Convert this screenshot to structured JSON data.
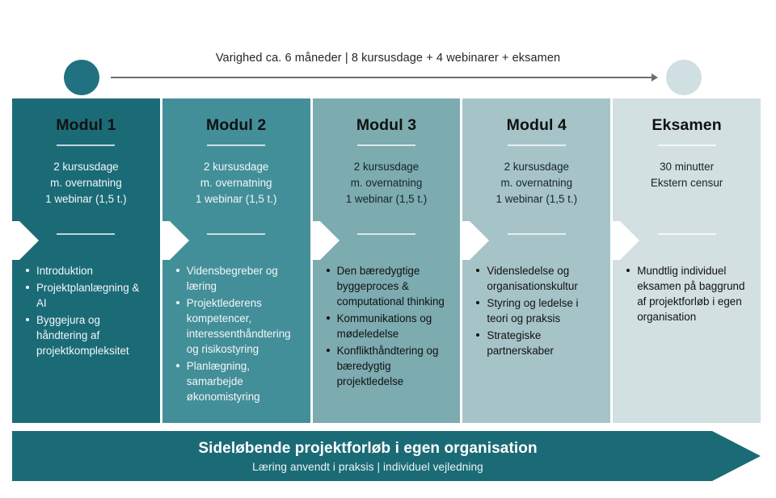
{
  "timeline": {
    "caption": "Varighed ca. 6 måneder | 8 kursusdage + 4 webinarer + eksamen",
    "start_dot_color": "#217180",
    "end_dot_color": "#cfdfe2",
    "line_color": "#6e6e6e"
  },
  "columns": [
    {
      "title": "Modul 1",
      "bg": "#1b6b77",
      "text_mode": "light",
      "meta": [
        "2 kursusdage",
        "m. overnatning",
        "1 webinar (1,5 t.)"
      ],
      "items": [
        "Introduktion",
        "Projektplanlægning & AI",
        "Byggejura og håndtering af projektkompleksitet"
      ]
    },
    {
      "title": "Modul 2",
      "bg": "#438f99",
      "text_mode": "light",
      "meta": [
        "2 kursusdage",
        "m. overnatning",
        "1 webinar (1,5 t.)"
      ],
      "items": [
        "Vidensbegreber og læring",
        "Projektlederens kompetencer, interessenthåndtering og risikostyring",
        "Planlægning, samarbejde økonomistyring"
      ]
    },
    {
      "title": "Modul 3",
      "bg": "#7cabb0",
      "text_mode": "dark",
      "meta": [
        "2 kursusdage",
        "m. overnatning",
        "1 webinar (1,5 t.)"
      ],
      "items": [
        "Den bæredygtige byggeproces & computational thinking",
        "Kommunikations og mødeledelse",
        "Konflikthåndtering og bæredygtig projektledelse"
      ]
    },
    {
      "title": "Modul 4",
      "bg": "#a6c4c8",
      "text_mode": "dark",
      "meta": [
        "2 kursusdage",
        "m. overnatning",
        "1 webinar (1,5 t.)"
      ],
      "items": [
        "Vidensledelse og organisationskultur",
        "Styring og ledelse i teori og praksis",
        "Strategiske partnerskaber"
      ]
    },
    {
      "title": "Eksamen",
      "bg": "#d2e0e2",
      "text_mode": "dark",
      "meta": [
        "30 minutter",
        "Ekstern censur"
      ],
      "items": [
        "Mundtlig individuel eksamen på baggrund af  projektforløb i egen organisation"
      ]
    }
  ],
  "banner": {
    "title": "Sideløbende projektforløb i egen organisation",
    "subtitle": "Læring anvendt i praksis | individuel vejledning",
    "bg": "#1b6b77"
  }
}
